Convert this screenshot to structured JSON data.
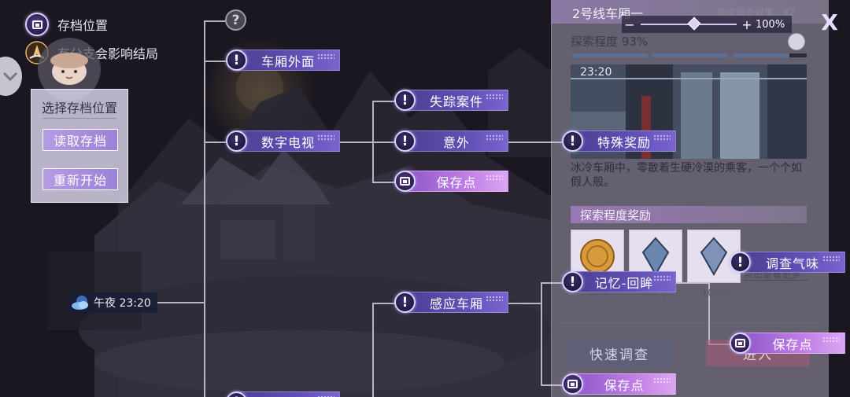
{
  "legend": {
    "save_location": "存档位置",
    "branch_note": "有分支会影响结局"
  },
  "menu": {
    "title": "选择存档位置",
    "load_label": "读取存档",
    "restart_label": "重新开始"
  },
  "time_node": {
    "label": "午夜 23:20"
  },
  "tree": {
    "unknown_glyph": "?",
    "exterior": "车厢外面",
    "digital_tv": "数字电视",
    "missing_case": "失踪案件",
    "accident": "意外",
    "save_point": "保存点",
    "special_reward": "特殊奖励",
    "sense_carriage": "感应车厢",
    "memory_look": "记忆-回眸",
    "investigate_smell": "调查气味",
    "save_point_2": "保存点",
    "save_point_3": "保存点"
  },
  "panel": {
    "title": "2号线车厢一",
    "required_label": "需求调查效果：42",
    "explore_label": "探索程度  93%",
    "scene_time": "23:20",
    "description": "冰冷车厢中，零散着生硬冷漠的乘客，一个个如假人般。",
    "reward_header": "探索程度奖励",
    "reward_pct_1": "30%",
    "reward_pct_2": "60%",
    "reward_pct_3": "100%",
    "quick_button": "快速调查",
    "enter_button": "进入",
    "partial_text": "点击查看更多"
  },
  "zoom": {
    "minus": "−",
    "plus": "+",
    "value": "100%",
    "level": 0.55
  },
  "close_glyph": "X",
  "colors": {
    "node": "#6250b6",
    "save_node": "#c07ee6",
    "line": "#b9b4c4"
  }
}
